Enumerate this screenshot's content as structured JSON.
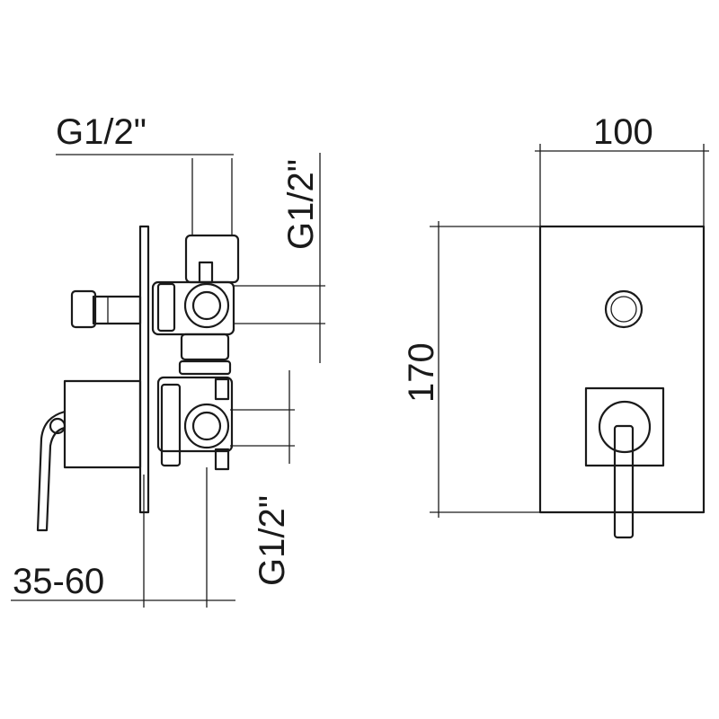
{
  "dimensions": {
    "side_top_thread": "G1/2\"",
    "side_right_upper_thread": "G1/2\"",
    "side_right_lower_thread": "G1/2\"",
    "side_depth_range": "35-60",
    "front_width": "100",
    "front_height": "170"
  }
}
